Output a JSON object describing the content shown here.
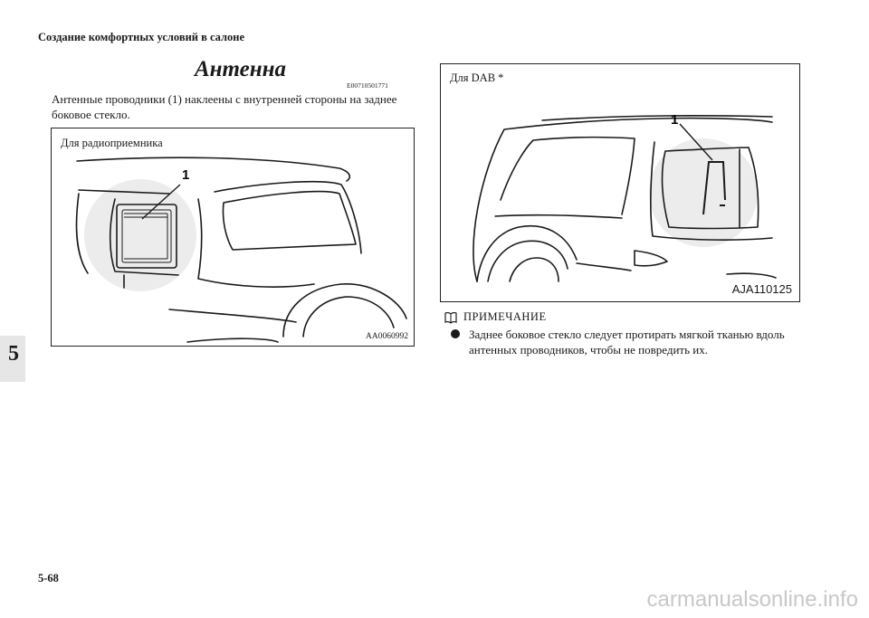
{
  "header": {
    "section_title": "Создание комфортных условий в салоне"
  },
  "article": {
    "heading": "Антенна",
    "code": "E00710501771",
    "paragraph": "Антенные проводники (1) наклеены с внутренней стороны на заднее боковое стекло."
  },
  "figures": [
    {
      "caption": "Для радиоприемника",
      "callout": "1",
      "code": "AA0060992"
    },
    {
      "caption": "Для DAB *",
      "callout": "1",
      "code": "AJA110125"
    }
  ],
  "note": {
    "label": "ПРИМЕЧАНИЕ",
    "items": [
      "Заднее боковое стекло следует протирать мягкой тканью вдоль антенных проводников, чтобы не повредить их."
    ]
  },
  "side_tab": {
    "chapter": "5"
  },
  "footer": {
    "page_number": "5-68"
  },
  "watermark": "carmanualsonline.info"
}
